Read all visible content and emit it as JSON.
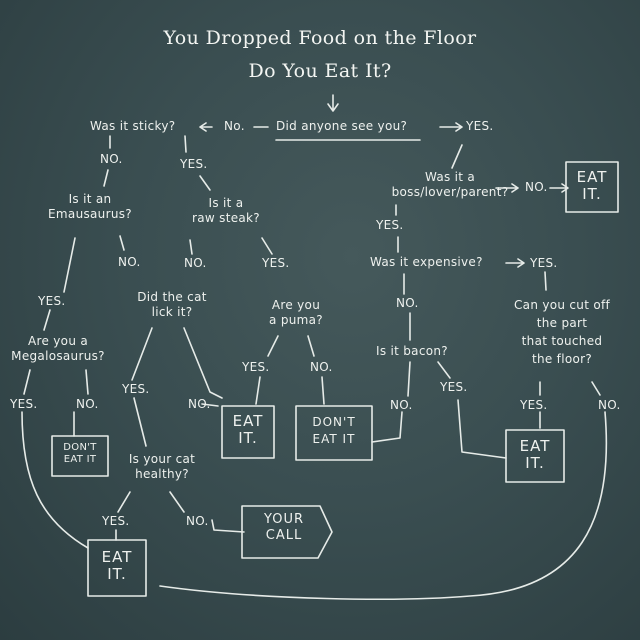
{
  "title_line1": "You Dropped Food on the Floor",
  "title_line2": "Do You Eat It?",
  "q_sticky": "Was it sticky?",
  "a_no_sticky": "No.",
  "q_seen": "Did anyone see you?",
  "a_yes_seen": "YES.",
  "a_no_sticky_no": "NO.",
  "a_yes_sticky": "YES.",
  "q_emausaurus": "Is it an\nEmausaurus?",
  "q_raw_steak": "Is it a\nraw steak?",
  "q_boss": "Was it a\nboss/lover/parent?",
  "a_no_boss": "NO.",
  "end_eat_boss": "EAT\nIT.",
  "a_yes_boss": "YES.",
  "a_no_emau": "NO.",
  "a_no_steak": "NO.",
  "a_yes_steak": "YES.",
  "q_expensive": "Was it expensive?",
  "a_yes_expensive": "YES.",
  "a_yes_emau": "YES.",
  "q_cat_lick": "Did the cat\nlick it?",
  "q_puma": "Are you\na puma?",
  "a_no_expensive": "NO.",
  "q_cut_off": "Can you cut off\nthe part\nthat touched\nthe floor?",
  "q_megalo": "Are you a\nMegalosaurus?",
  "q_bacon": "Is it bacon?",
  "a_yes_puma": "YES.",
  "a_no_puma": "NO.",
  "a_yes_lick": "YES.",
  "a_yes_bacon": "YES.",
  "a_yes_megalo": "YES.",
  "a_no_megalo": "NO.",
  "a_no_lick": "NO.",
  "end_eat_puma": "EAT\nIT.",
  "end_dont_puma": "DON'T\nEAT IT",
  "a_no_bacon": "NO.",
  "a_yes_cut": "YES.",
  "a_no_cut": "NO.",
  "end_dont_megalo": "DON'T\nEAT IT",
  "q_cat_healthy": "Is your cat\nhealthy?",
  "end_eat_cut": "EAT\nIT.",
  "a_yes_healthy": "YES.",
  "a_no_healthy": "NO.",
  "end_your_call": "YOUR\nCALL",
  "end_eat_final": "EAT\nIT."
}
